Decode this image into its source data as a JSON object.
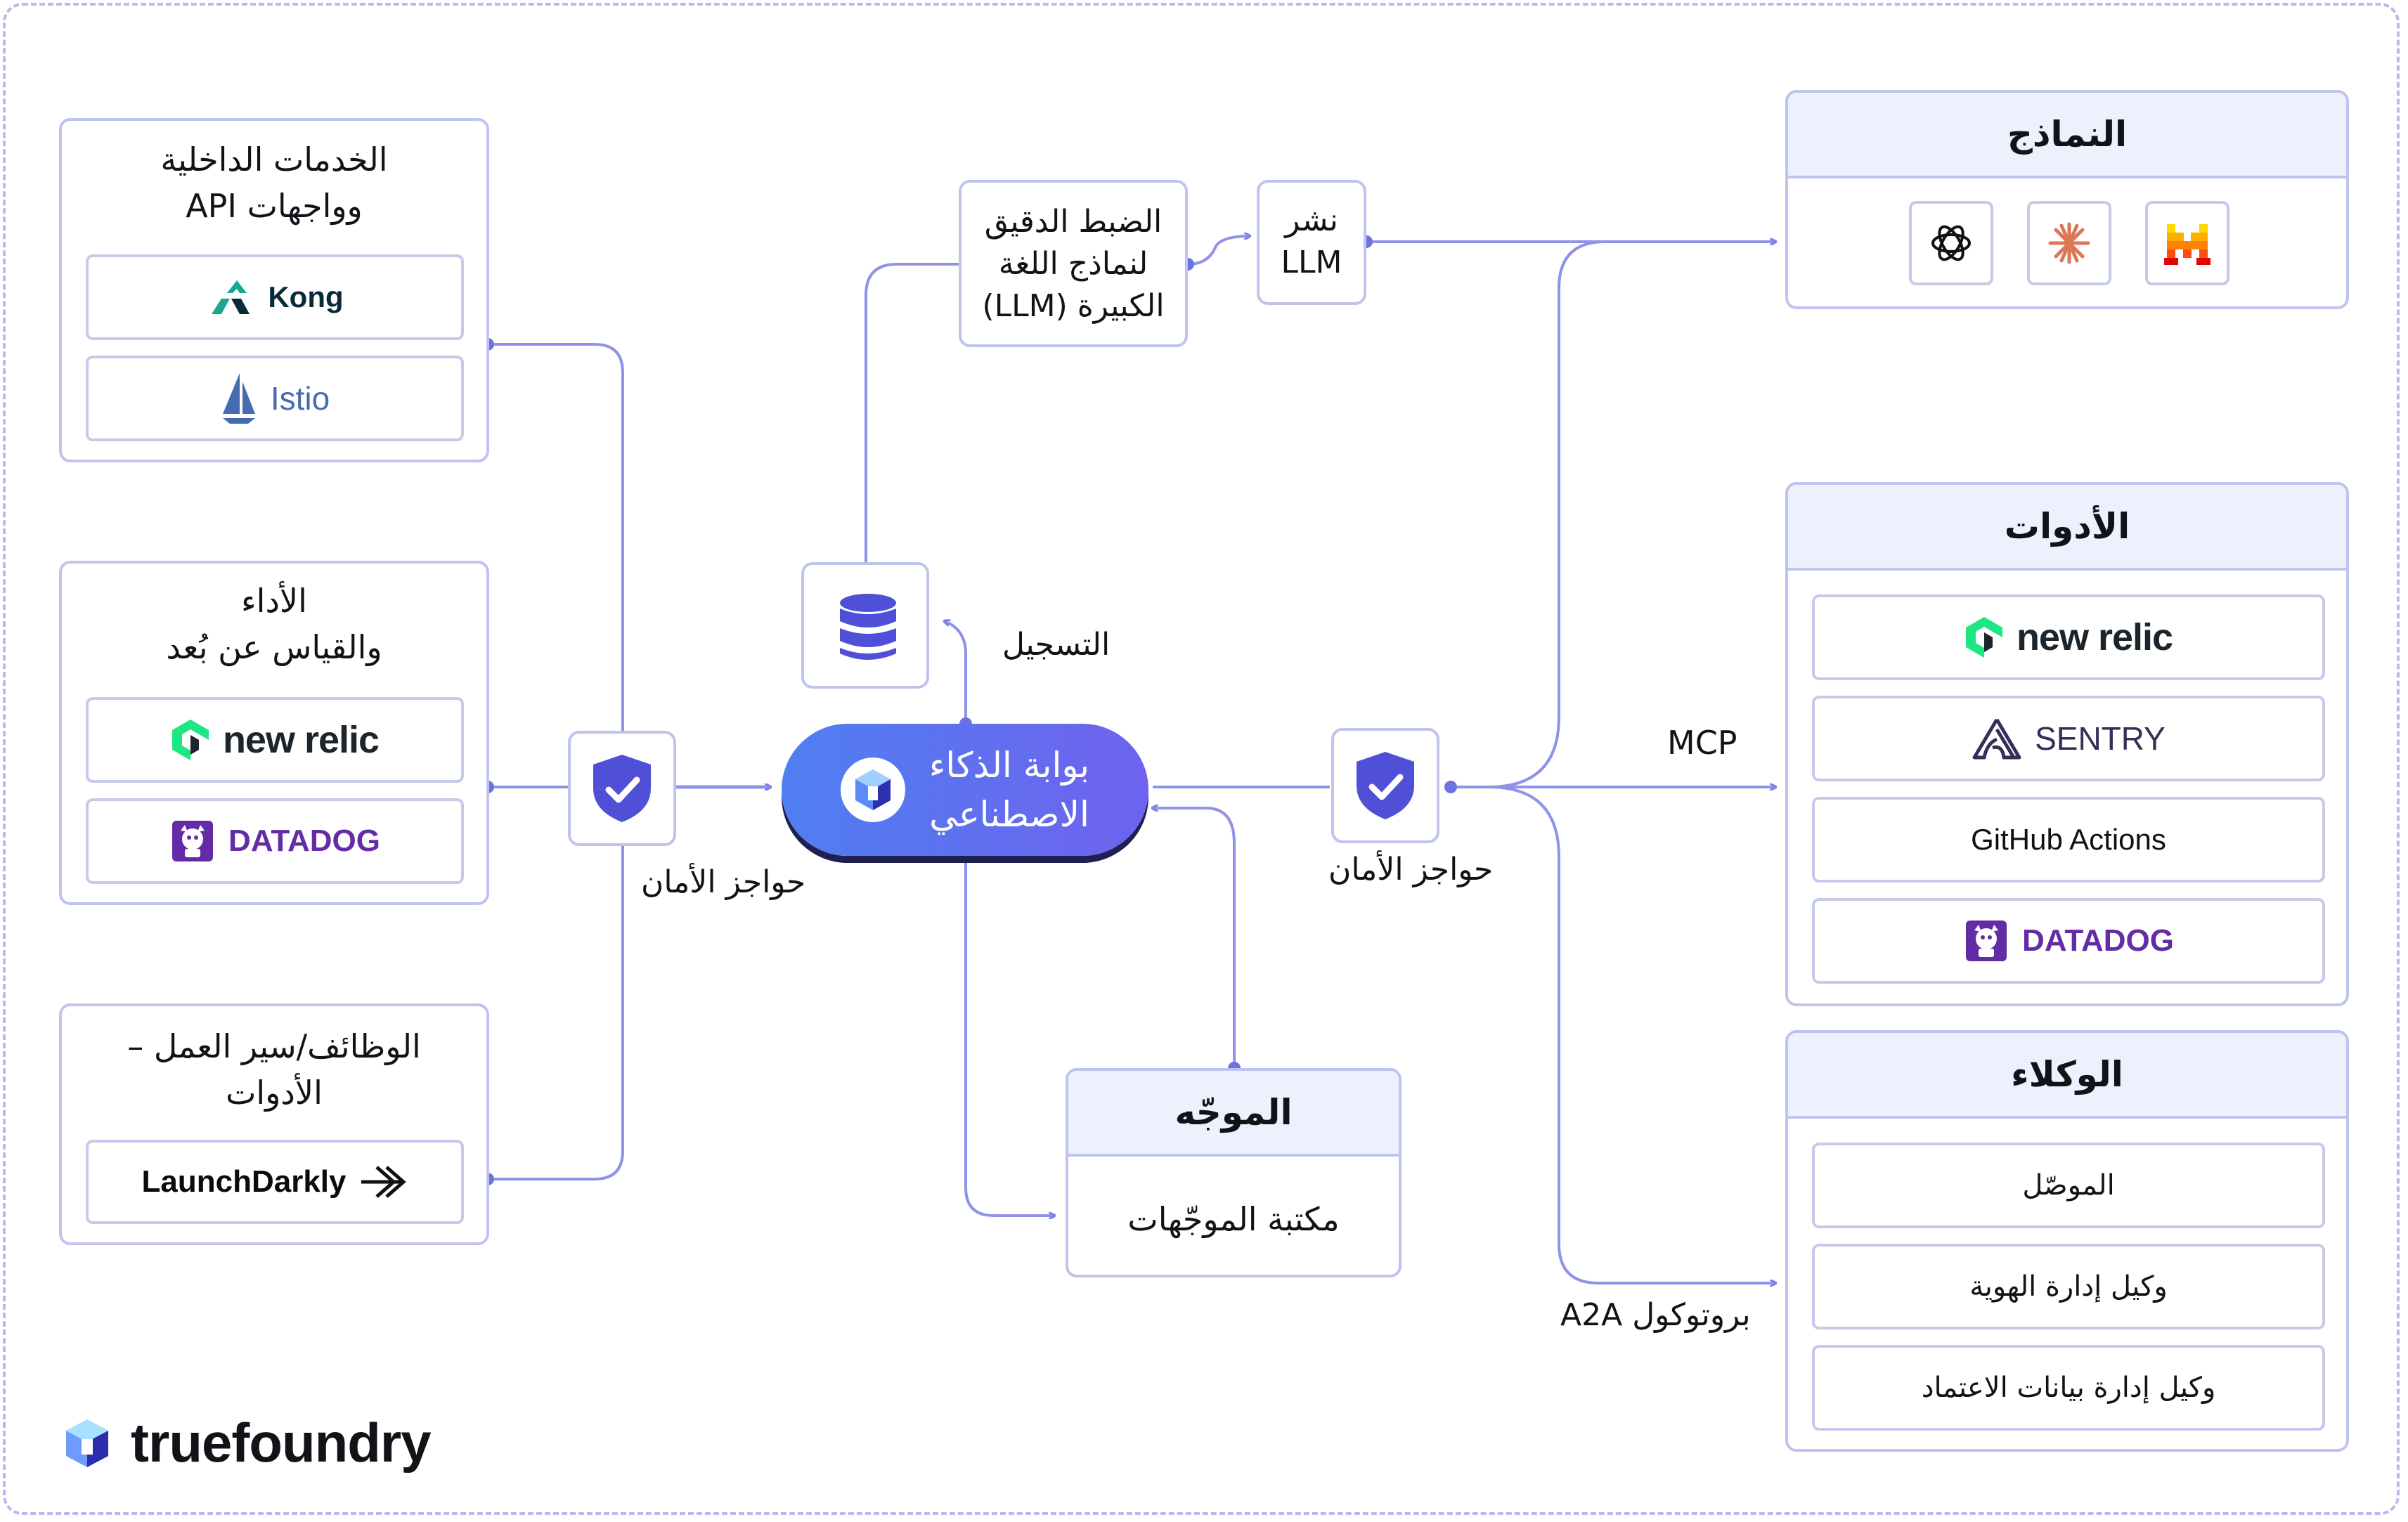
{
  "left": {
    "internal_services": {
      "title_line1": "الخدمات الداخلية",
      "title_line2": "وواجهات API",
      "items": [
        "Kong",
        "Istio"
      ]
    },
    "observability": {
      "title_line1": "الأداء",
      "title_line2": "والقياس عن بُعد",
      "items": [
        "new relic",
        "DATADOG"
      ]
    },
    "jobs": {
      "title_line1": "الوظائف/سير العمل –",
      "title_line2": "الأدوات",
      "items": [
        "LaunchDarkly"
      ]
    }
  },
  "guardrails_label": "حواجز الأمان",
  "gateway": {
    "line1": "بوابة الذكاء",
    "line2": "الاصطناعي"
  },
  "logging_label": "التسجيل",
  "finetune": {
    "line1": "الضبط الدقيق",
    "line2": "لنماذج اللغة",
    "line3": "الكبيرة (LLM)"
  },
  "deploy": {
    "line1": "نشر",
    "line2": "LLM"
  },
  "prompt": {
    "title": "الموجّه",
    "library": "مكتبة الموجّهات"
  },
  "models": {
    "title": "النماذج",
    "icons": [
      "openai-icon",
      "anthropic-icon",
      "mistral-icon"
    ]
  },
  "tools": {
    "title": "الأدوات",
    "items": [
      "new relic",
      "SENTRY",
      "GitHub Actions",
      "DATADOG"
    ]
  },
  "agents": {
    "title": "الوكلاء",
    "items": [
      "الموصّل",
      "وكيل إدارة الهوية",
      "وكيل إدارة بيانات الاعتماد"
    ]
  },
  "edges": {
    "mcp": "MCP",
    "a2a": "بروتوكول A2A"
  },
  "brand": {
    "name": "truefoundry"
  },
  "colors": {
    "accent": "#7b7fe6",
    "border": "#bfc4ee",
    "header_fill": "#edf0fd",
    "gateway_start": "#4f7ff0",
    "gateway_end": "#6f62ee"
  }
}
